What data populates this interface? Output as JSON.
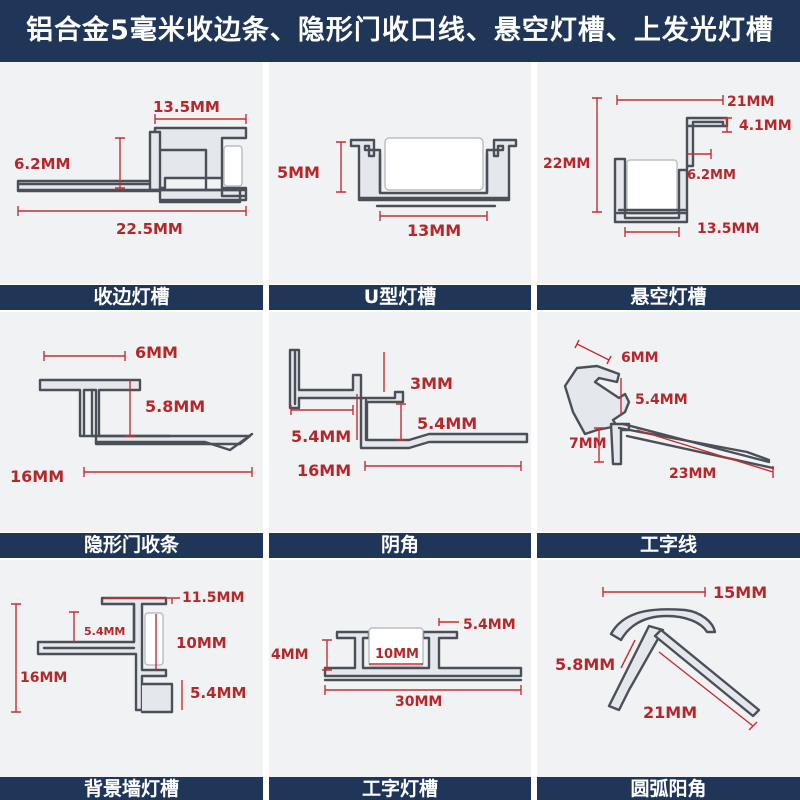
{
  "header": {
    "title": "铝合金5毫米收边条、隐形门收口线、悬空灯槽、上发光灯槽"
  },
  "panels": [
    {
      "caption": "收边灯槽",
      "dims": [
        "13.5MM",
        "6.2MM",
        "22.5MM"
      ]
    },
    {
      "caption": "U型灯槽",
      "dims": [
        "5MM",
        "13MM"
      ]
    },
    {
      "caption": "悬空灯槽",
      "dims": [
        "21MM",
        "4.1MM",
        "22MM",
        "6.2MM",
        "13.5MM"
      ]
    },
    {
      "caption": "隐形门收条",
      "dims": [
        "6MM",
        "5.8MM",
        "16MM"
      ]
    },
    {
      "caption": "阴角",
      "dims": [
        "3MM",
        "5.4MM",
        "5.4MM",
        "16MM"
      ]
    },
    {
      "caption": "工字线",
      "dims": [
        "6MM",
        "5.4MM",
        "7MM",
        "23MM"
      ]
    },
    {
      "caption": "背景墙灯槽",
      "dims": [
        "11.5MM",
        "5.4MM",
        "10MM",
        "16MM",
        "5.4MM"
      ]
    },
    {
      "caption": "工字灯槽",
      "dims": [
        "4MM",
        "5.4MM",
        "10MM",
        "30MM"
      ]
    },
    {
      "caption": "圆弧阳角",
      "dims": [
        "15MM",
        "5.8MM",
        "21MM"
      ]
    }
  ],
  "colors": {
    "header_bg": "#1f3658",
    "dimension_red": "#b5272b",
    "profile_stroke": "#4b5058",
    "panel_bg": "#f1f2f4"
  }
}
